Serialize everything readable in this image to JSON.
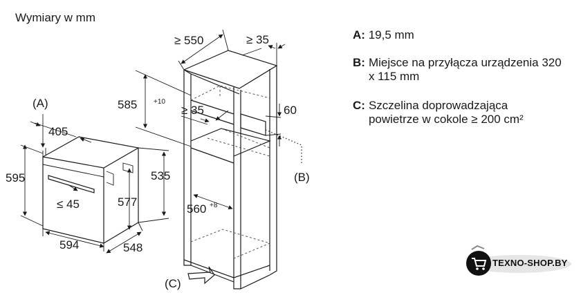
{
  "title": "Wymiary w mm",
  "oven": {
    "label_a": "(A)",
    "dim_depth_top": "405",
    "dim_height": "595",
    "dim_door_gap": "≤ 45",
    "dim_inner_height": "577",
    "dim_side_height": "535",
    "dim_width": "594",
    "dim_depth": "548"
  },
  "cabinet": {
    "dim_depth": "≥ 550",
    "dim_back_gap": "≥ 35",
    "dim_niche_height": "585",
    "dim_niche_height_tol": "+10",
    "dim_side_gap": "≥ 35",
    "dim_vent": "60",
    "label_b": "(B)",
    "dim_niche_width": "560",
    "dim_niche_width_tol": "+8",
    "label_c": "(C)"
  },
  "legend": [
    {
      "key": "A:",
      "text": "19,5 mm"
    },
    {
      "key": "B:",
      "text": "Miejsce na przyłącza urządzenia 320 x 115 mm"
    },
    {
      "key": "C:",
      "text": "Szczelina doprowadzająca powietrze w cokole ≥ 200 cm²"
    }
  ],
  "logo": {
    "text": "TEXNO-SHOP.BY",
    "icon": "shopping-cart-icon"
  }
}
